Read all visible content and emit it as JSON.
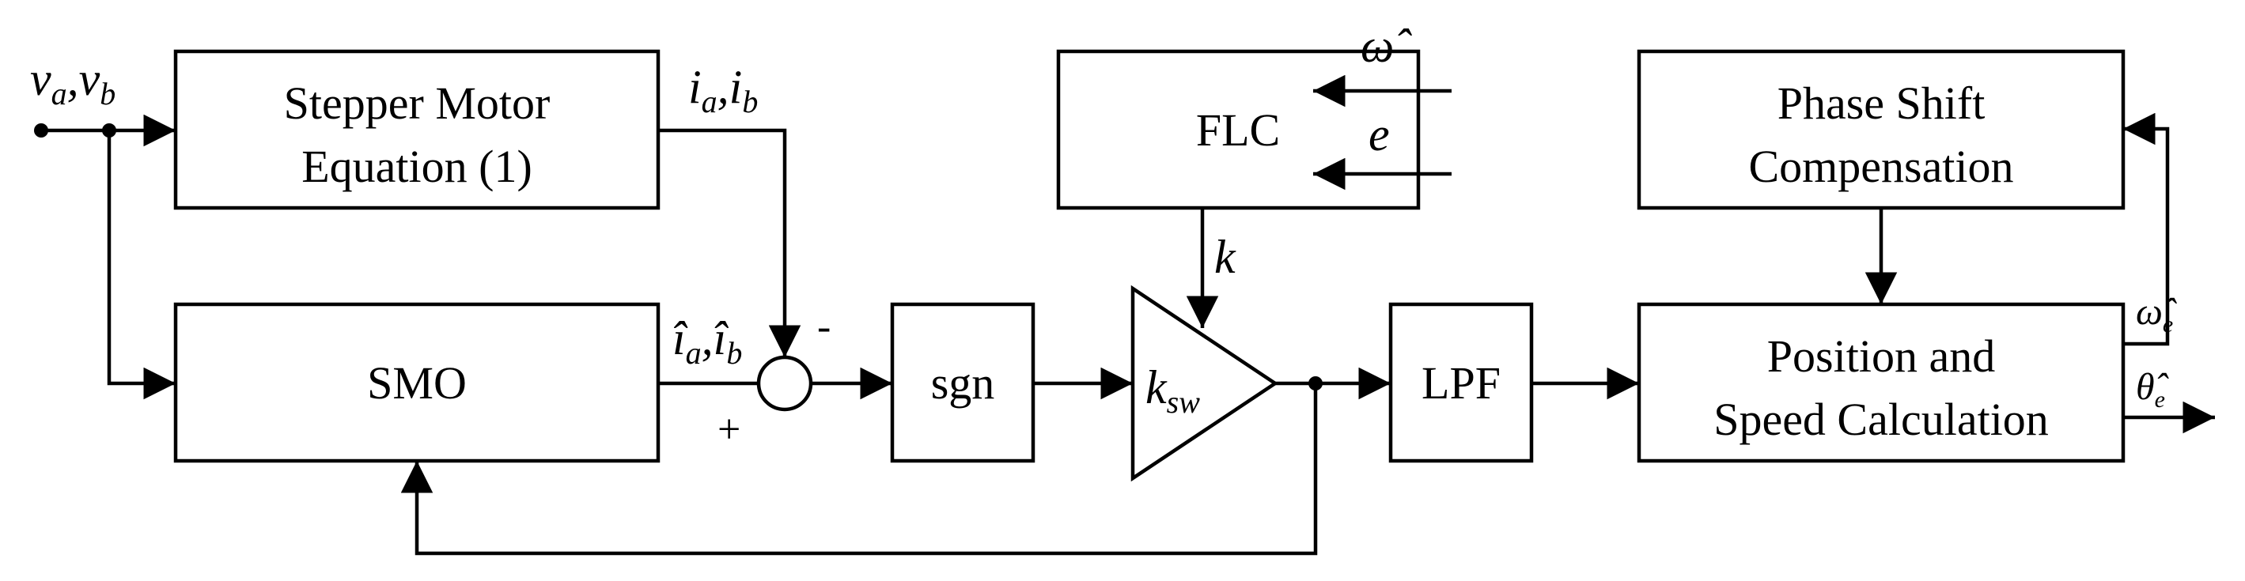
{
  "blocks": {
    "motor_line1": "Stepper Motor",
    "motor_line2": "Equation (1)",
    "smo": "SMO",
    "sgn": "sgn",
    "flc": "FLC",
    "lpf": "LPF",
    "psc_line1": "Phase Shift",
    "psc_line2": "Compensation",
    "psc_calc_line1": "Position and",
    "psc_calc_line2": "Speed Calculation"
  },
  "gain": {
    "symbol": "k",
    "subscript": "sw"
  },
  "signals": {
    "input_v1": "v",
    "input_v1_sub": "a",
    "comma": ",",
    "input_v2": "v",
    "input_v2_sub": "b",
    "current_i1": "i",
    "current_i1_sub": "a",
    "current_i2": "i",
    "current_i2_sub": "b",
    "est_i1": "î",
    "est_i1_sub": "a",
    "est_i2": "î",
    "est_i2_sub": "b",
    "omega_hat": "ω̂",
    "error": "e",
    "gain_k": "k",
    "omega_e_hat": "ω̂",
    "omega_e_sub": "e",
    "theta_e_hat": "θ̂",
    "theta_e_sub": "e"
  },
  "summing_junction": {
    "minus": "-",
    "plus": "+"
  }
}
